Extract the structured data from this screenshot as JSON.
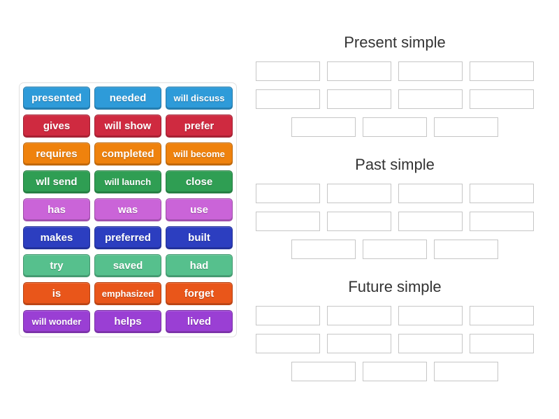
{
  "groups": [
    {
      "title": "Present simple",
      "slot_rows": [
        4,
        4,
        3
      ]
    },
    {
      "title": "Past simple",
      "slot_rows": [
        4,
        4,
        3
      ]
    },
    {
      "title": "Future simple",
      "slot_rows": [
        4,
        4,
        3
      ]
    }
  ],
  "tiles": [
    {
      "label": "presented",
      "color": "#2e9bd9"
    },
    {
      "label": "needed",
      "color": "#2e9bd9"
    },
    {
      "label": "will discuss",
      "color": "#2e9bd9"
    },
    {
      "label": "gives",
      "color": "#cf2a40"
    },
    {
      "label": "will show",
      "color": "#cf2a40"
    },
    {
      "label": "prefer",
      "color": "#cf2a40"
    },
    {
      "label": "requires",
      "color": "#ef820d"
    },
    {
      "label": "completed",
      "color": "#ef820d"
    },
    {
      "label": "will become",
      "color": "#ef820d"
    },
    {
      "label": "wll send",
      "color": "#2f9e53"
    },
    {
      "label": "will launch",
      "color": "#2f9e53"
    },
    {
      "label": "close",
      "color": "#2f9e53"
    },
    {
      "label": "has",
      "color": "#ca64d8"
    },
    {
      "label": "was",
      "color": "#ca64d8"
    },
    {
      "label": "use",
      "color": "#ca64d8"
    },
    {
      "label": "makes",
      "color": "#2c3ec0"
    },
    {
      "label": "preferred",
      "color": "#2c3ec0"
    },
    {
      "label": "built",
      "color": "#2c3ec0"
    },
    {
      "label": "try",
      "color": "#56c08d"
    },
    {
      "label": "saved",
      "color": "#56c08d"
    },
    {
      "label": "had",
      "color": "#56c08d"
    },
    {
      "label": "is",
      "color": "#e9561a"
    },
    {
      "label": "emphasized",
      "color": "#e9561a"
    },
    {
      "label": "forget",
      "color": "#e9561a"
    },
    {
      "label": "will wonder",
      "color": "#9a3fd4"
    },
    {
      "label": "helps",
      "color": "#9a3fd4"
    },
    {
      "label": "lived",
      "color": "#9a3fd4"
    }
  ]
}
